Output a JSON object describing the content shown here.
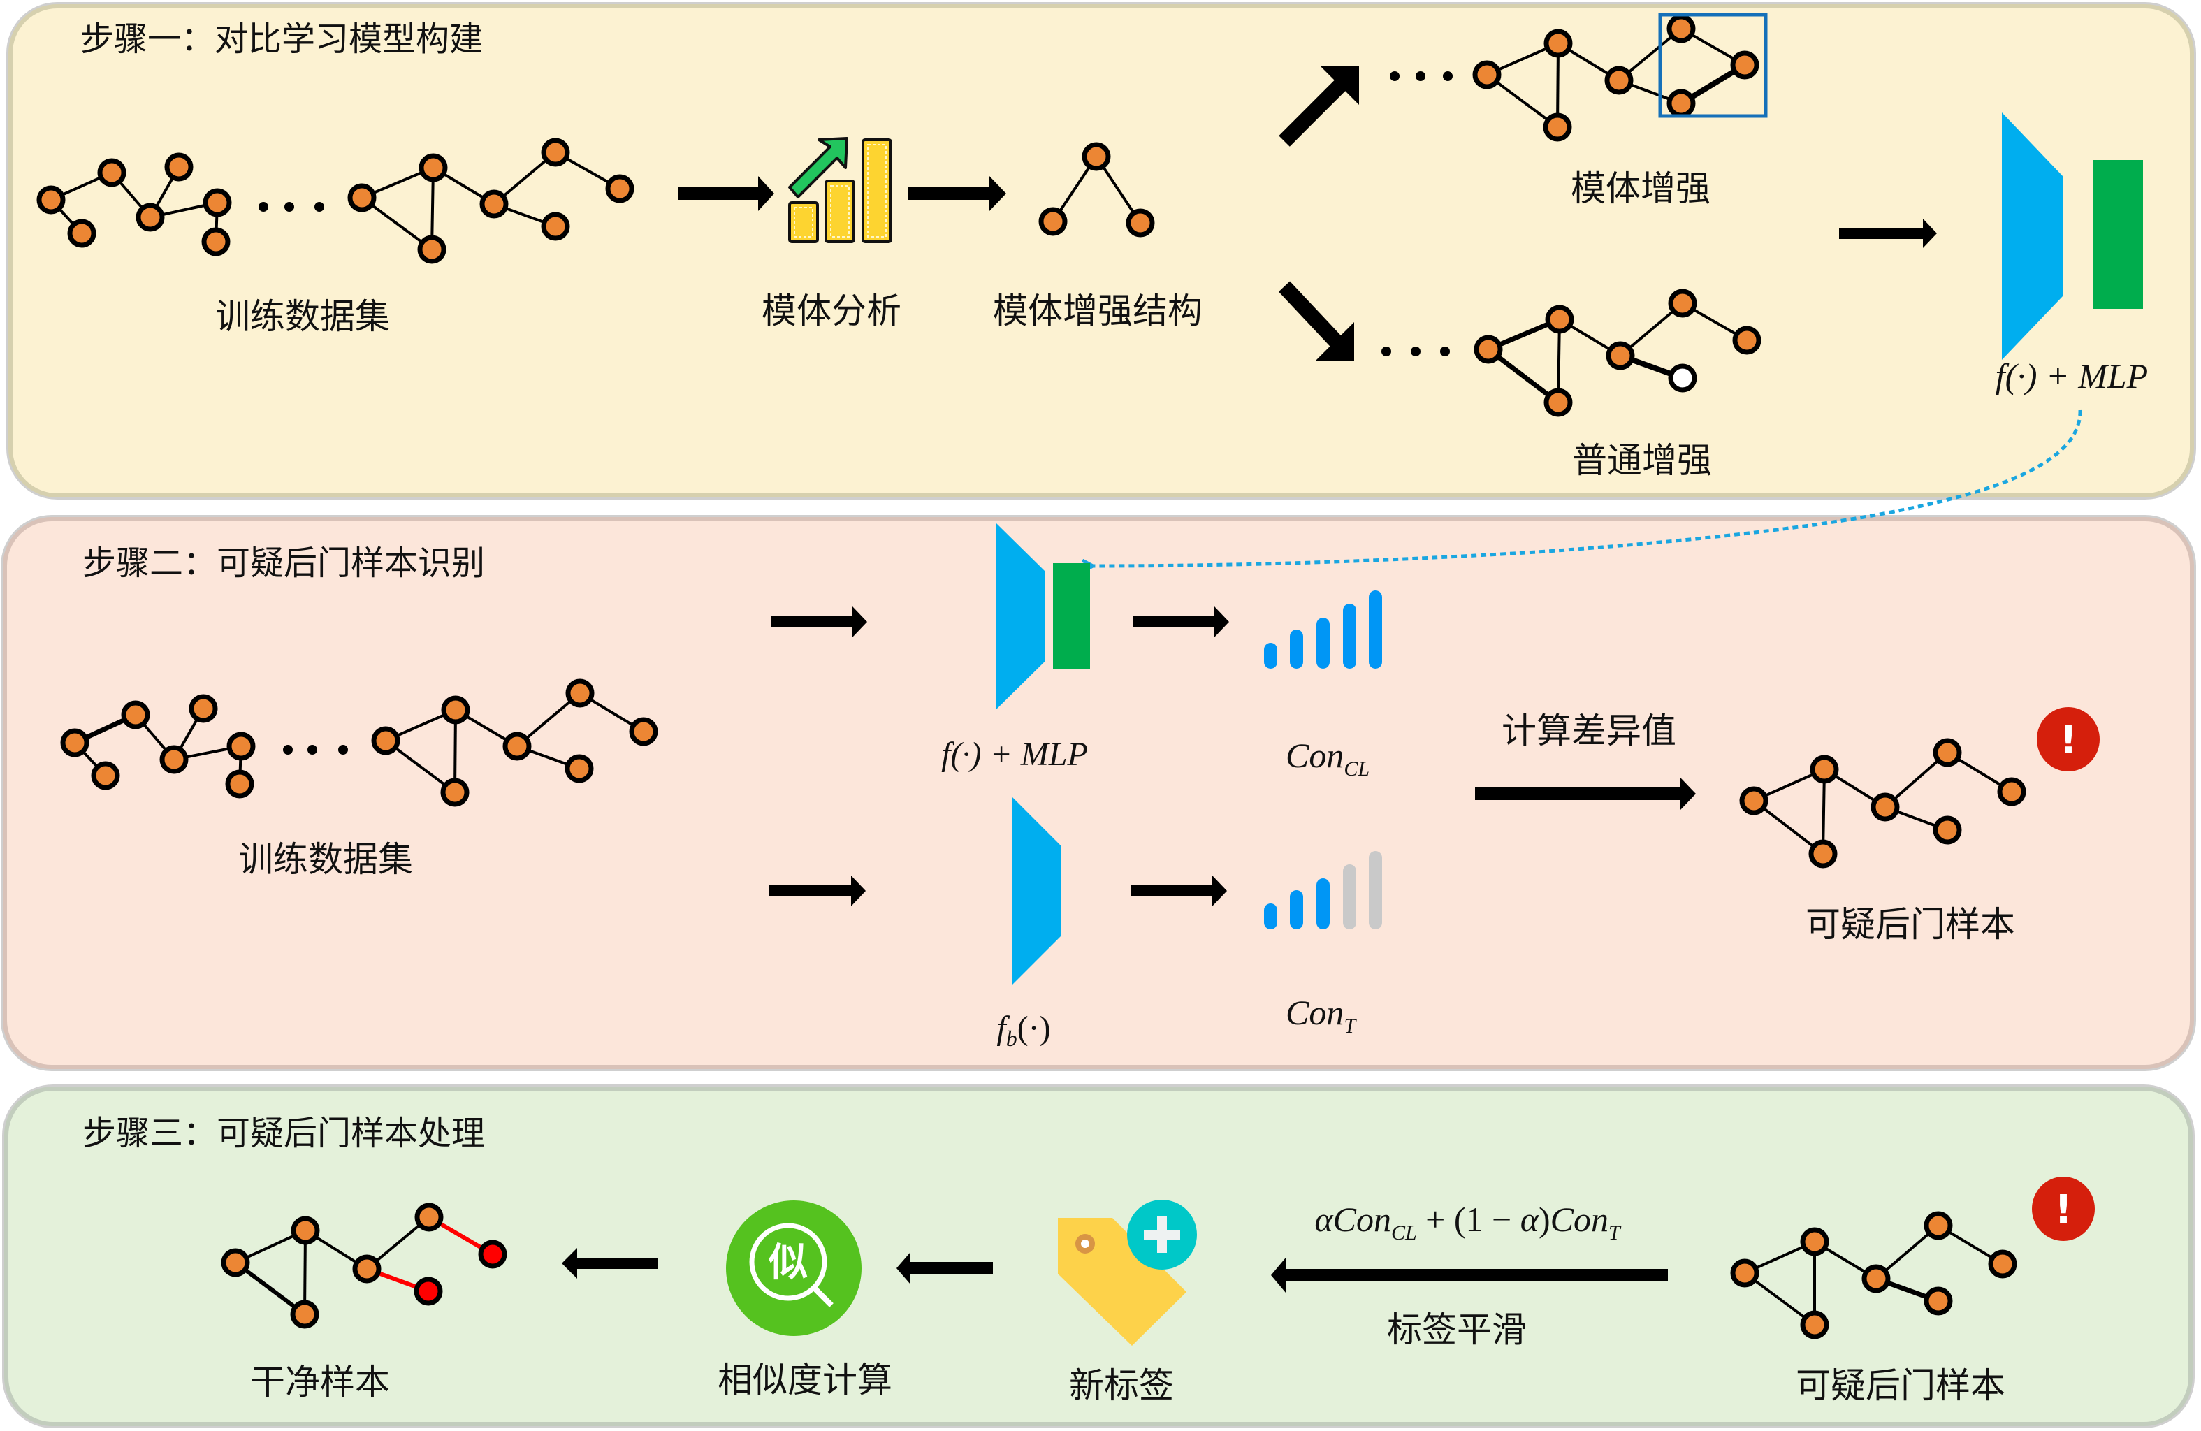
{
  "colors": {
    "panel1_bg": "#fcf2d2",
    "panel2_bg": "#fce6da",
    "panel3_bg": "#e4f1da",
    "node_fill": "#ec8634",
    "node_stroke": "#000000",
    "encoder_blue": "#00aeef",
    "mlp_green": "#00ad4d",
    "bar_blue": "#0096f5",
    "bar_gray": "#c9c9c9",
    "motif_box": "#1570b9",
    "alert_red": "#d51f0c",
    "trigger_red": "#ff0000",
    "similarity_green": "#55c21f",
    "tag_yellow": "#fdd24a",
    "plus_teal": "#00c8c8",
    "dashed_link": "#1aa6e0"
  },
  "step1": {
    "title": "步骤一：对比学习模型构建",
    "dataset_label": "训练数据集",
    "ellipsis": "…",
    "motif_analysis_label": "模体分析",
    "motif_structure_label": "模体增强结构",
    "motif_aug_label": "模体增强",
    "normal_aug_label": "普通增强",
    "model_label": "f(·) + MLP"
  },
  "step2": {
    "title": "步骤二：可疑后门样本识别",
    "dataset_label": "训练数据集",
    "model_cl_label": "f(·) + MLP",
    "model_b_label_main": "f",
    "model_b_label_sub": "b",
    "model_b_label_tail": "(·)",
    "con_cl_main": "Con",
    "con_cl_sub": "CL",
    "con_t_main": "Con",
    "con_t_sub": "T",
    "diff_label": "计算差异值",
    "suspicious_label": "可疑后门样本",
    "con_cl_confidence": {
      "active_bars": 5,
      "total_bars": 5
    },
    "con_t_confidence": {
      "active_bars": 3,
      "total_bars": 5
    },
    "alert_icon": "!"
  },
  "step3": {
    "title": "步骤三：可疑后门样本处理",
    "clean_label": "干净样本",
    "similarity_label": "相似度计算",
    "similarity_glyph": "似",
    "new_label_label": "新标签",
    "formula": {
      "alpha": "α",
      "con1": "Con",
      "sub1": "CL",
      "plus": " + (1 − ",
      "alpha2": "α",
      "close": ")",
      "con2": "Con",
      "sub2": "T"
    },
    "smoothing_label": "标签平滑",
    "suspicious_label": "可疑后门样本",
    "alert_icon": "!"
  }
}
